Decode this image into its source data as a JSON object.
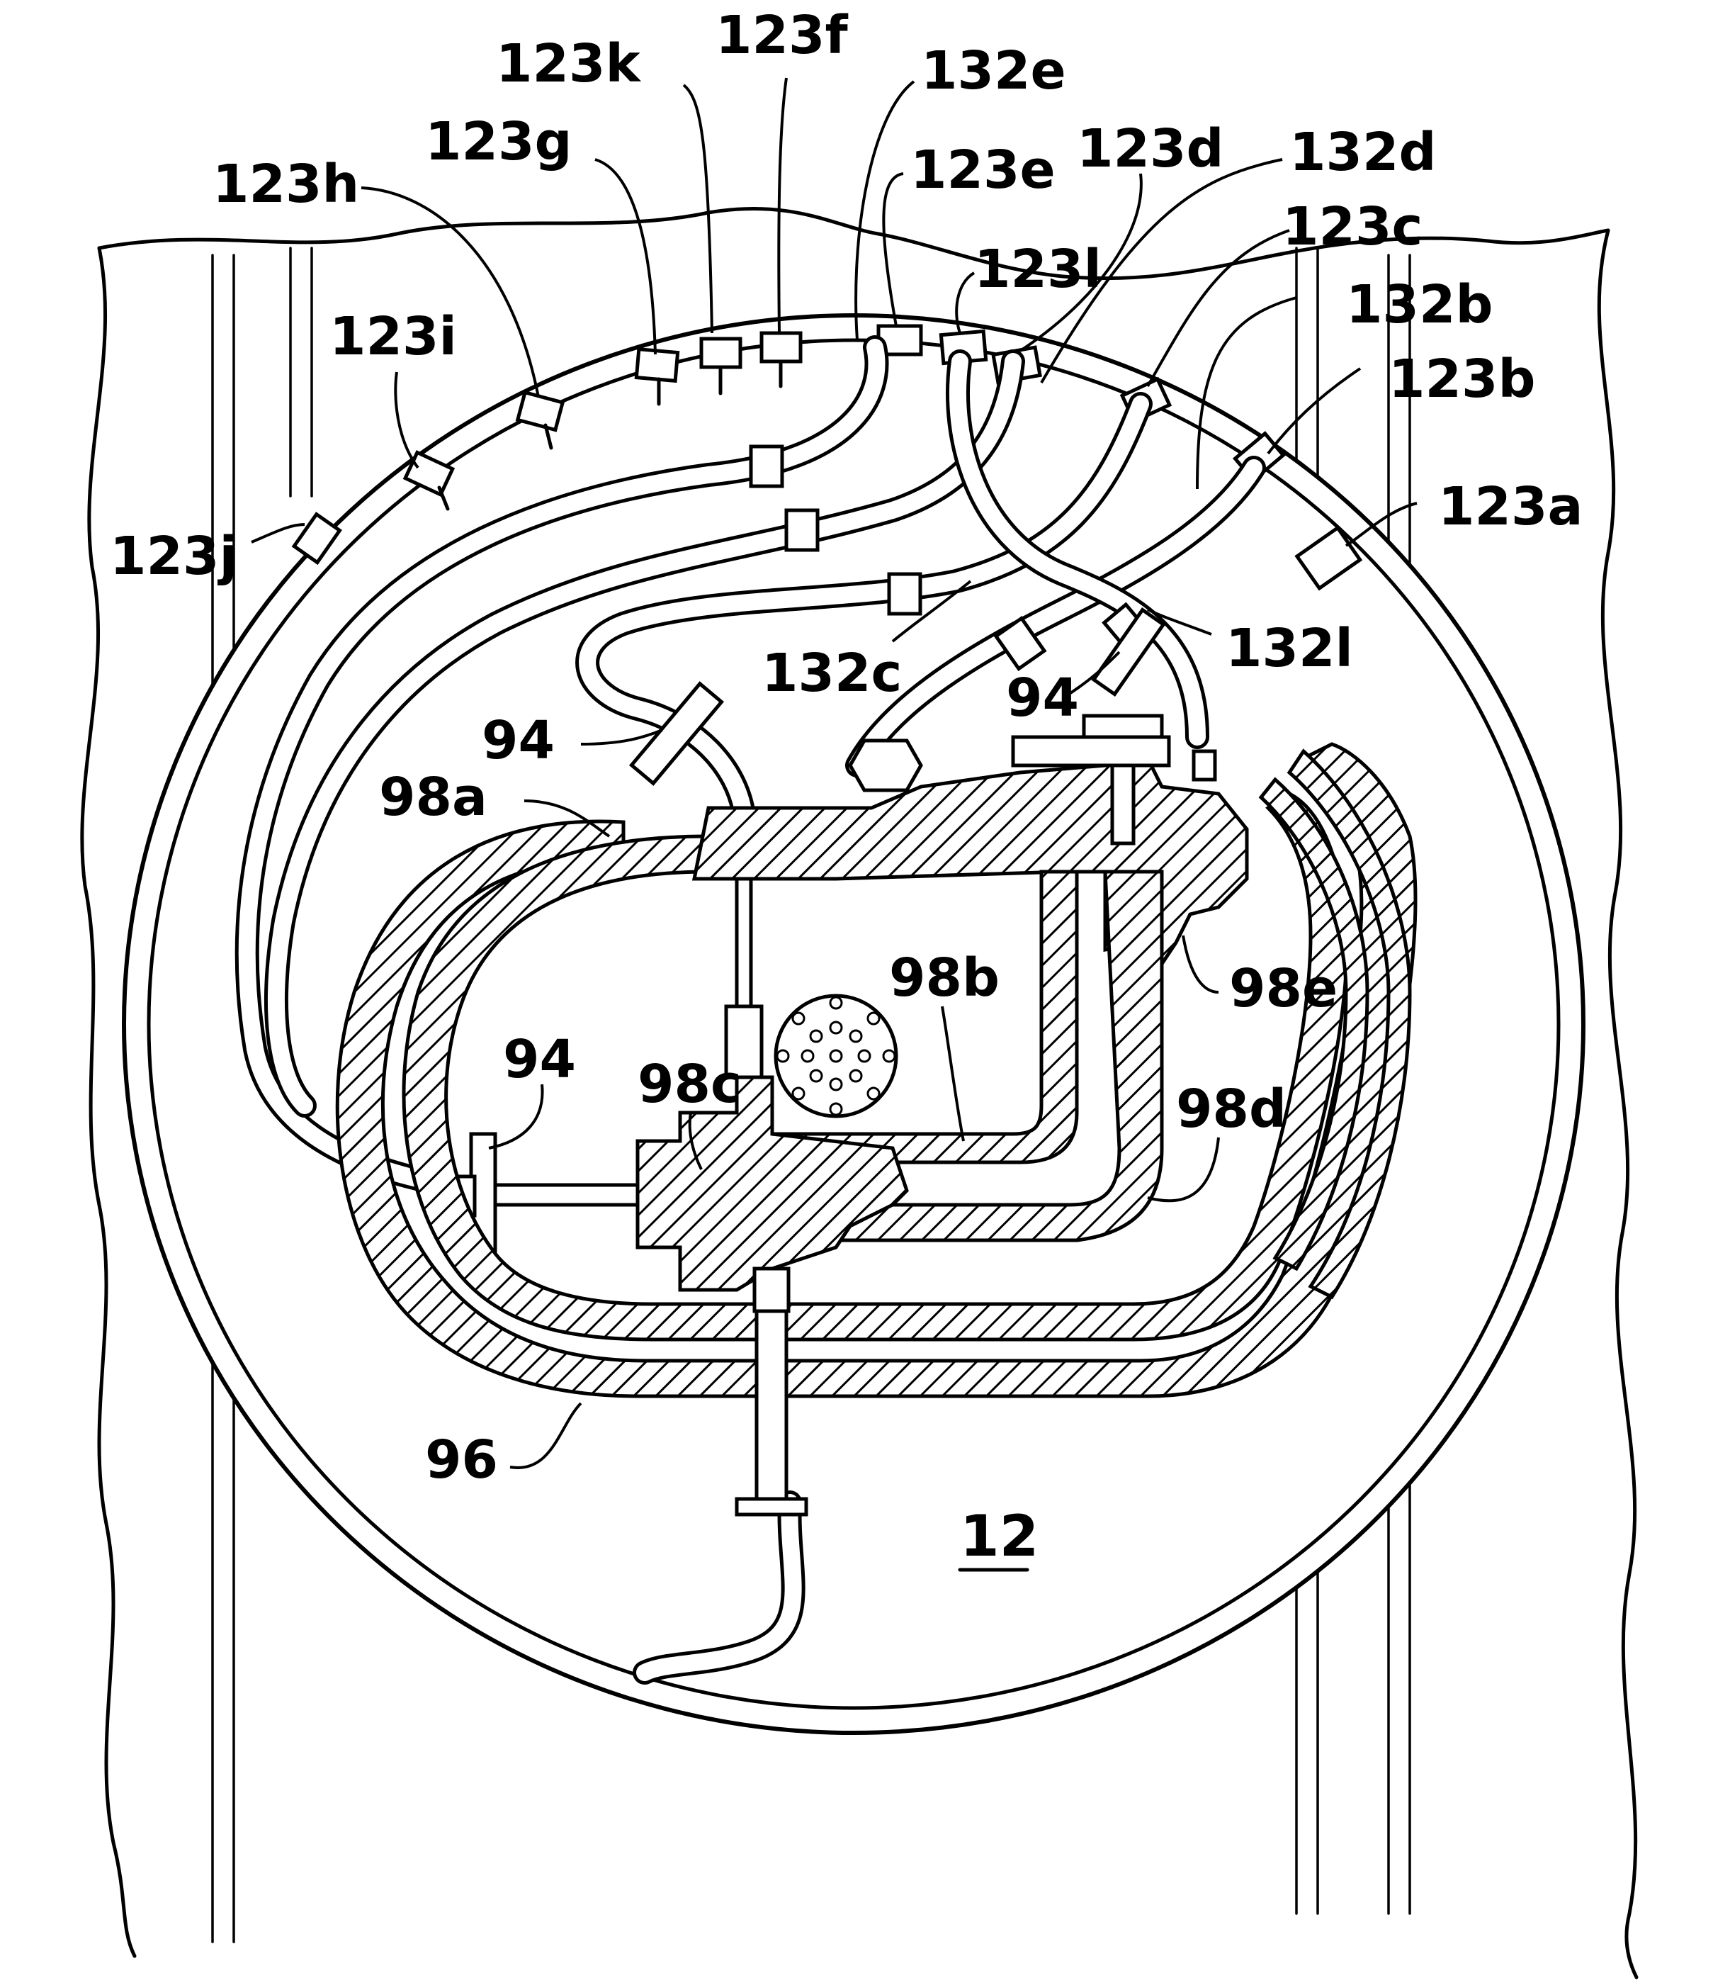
{
  "labels": {
    "l123k": "123k",
    "l123f": "123f",
    "l132e": "132e",
    "l123g": "123g",
    "l123d": "123d",
    "l132d": "132d",
    "l123h": "123h",
    "l123e": "123e",
    "l123c": "123c",
    "l123l": "123l",
    "l132b": "132b",
    "l123i": "123i",
    "l123b": "123b",
    "l123a": "123a",
    "l123j": "123j",
    "l132c": "132c",
    "l132l": "132l",
    "l94a": "94",
    "l94b": "94",
    "l94c": "94",
    "l98a": "98a",
    "l98e": "98e",
    "l98b": "98b",
    "l98c": "98c",
    "l98d": "98d",
    "l96": "96",
    "l12": "12"
  }
}
